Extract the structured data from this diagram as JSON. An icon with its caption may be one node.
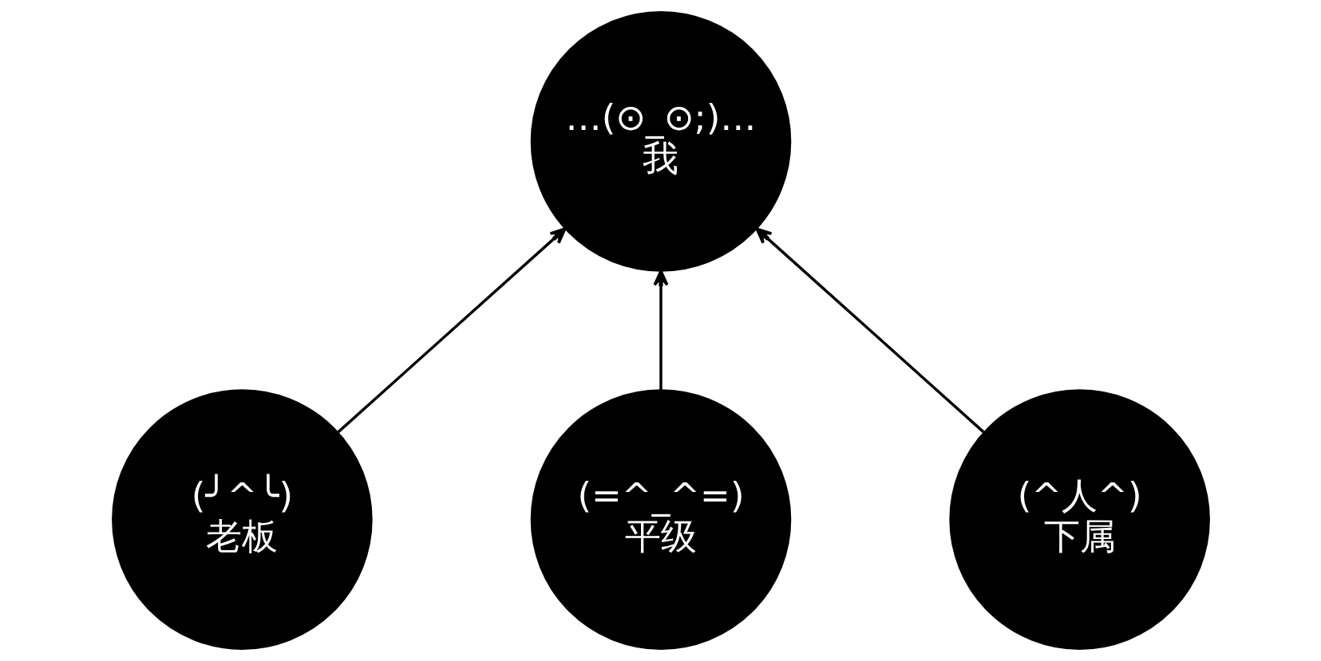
{
  "diagram": {
    "nodes": [
      {
        "text": [
          "…(⊙_⊙;)…",
          "我"
        ]
      },
      {
        "text": [
          "(╯^╰)",
          "老板"
        ]
      },
      {
        "text": [
          "(=^_^=)",
          "平级"
        ]
      },
      {
        "text": [
          "(^人^)",
          "下属"
        ]
      }
    ],
    "edges": [
      {
        "from": 1,
        "to": 0,
        "arrow": "to"
      },
      {
        "from": 2,
        "to": 0,
        "arrow": "to"
      },
      {
        "from": 3,
        "to": 0,
        "arrow": "to"
      }
    ]
  }
}
